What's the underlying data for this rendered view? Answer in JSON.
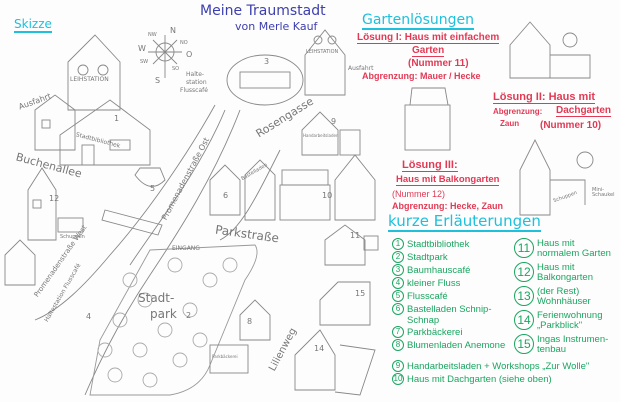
{
  "header": {
    "sketch_label": "Skizze",
    "title": "Meine Traumstadt",
    "author": "von Merle Kauf"
  },
  "garden": {
    "heading": "Gartenlösungen",
    "solution1": {
      "title": "Lösung I: Haus mit einfachem",
      "title2": "Garten",
      "number": "(Nummer 11)",
      "fence": "Abgrenzung: Mauer / Hecke"
    },
    "solution2": {
      "title": "Lösung II: Haus mit",
      "title2": "Dachgarten",
      "fence": "Abgrenzung:",
      "fence2": "Zaun",
      "number": "(Nummer 10)"
    },
    "solution3": {
      "title": "Lösung III:",
      "title2": "Haus mit Balkongarten",
      "number": "(Nummer 12)",
      "fence": "Abgrenzung: Hecke, Zaun"
    }
  },
  "legend": {
    "heading": "kurze Erläuterungen",
    "left": [
      {
        "n": "1",
        "label": "Stadtbibliothek"
      },
      {
        "n": "2",
        "label": "Stadtpark"
      },
      {
        "n": "3",
        "label": "Baumhauscafé"
      },
      {
        "n": "4",
        "label": "kleiner Fluss"
      },
      {
        "n": "5",
        "label": "Flusscafé"
      },
      {
        "n": "6",
        "label": "Bastelladen Schnip-Schnap"
      },
      {
        "n": "7",
        "label": "Parkbäckerei"
      },
      {
        "n": "8",
        "label": "Blumenladen Anemone"
      },
      {
        "n": "9",
        "label": "Handarbeitsladen + Workshops „Zur Wolle\""
      },
      {
        "n": "10",
        "label": "Haus mit Dachgarten (siehe oben)"
      }
    ],
    "right": [
      {
        "n": "11",
        "label": "Haus mit",
        "label2": "normalem Garten"
      },
      {
        "n": "12",
        "label": "Haus mit",
        "label2": "Balkongarten"
      },
      {
        "n": "13",
        "label": "(der Rest)",
        "label2": "Wohnhäuser"
      },
      {
        "n": "14",
        "label": "Ferienwohnung",
        "label2": "„Parkblick\""
      },
      {
        "n": "15",
        "label": "Ingas Instrumen-",
        "label2": "tenbau"
      }
    ]
  },
  "map": {
    "streets": {
      "buchenallee": "Buchenallee",
      "parkstrasse": "Parkstraße",
      "rosengasse": "Rosengasse",
      "promenade_ost": "Promenadenstraße Ost",
      "promenade_west": "Promenadenstraße West",
      "lilienweg": "Lilienweg"
    },
    "labels": {
      "exit1": "Ausfahrt",
      "exit2": "Ausfahrt",
      "bike1": "LEIHSTATION",
      "bike2": "LEIHSTATION",
      "stop1": "Halte-",
      "stop1b": "station",
      "stop1c": "Flusscafé",
      "stop2": "Haltestation Flusscafé",
      "library": "Stadtbibliothek",
      "park": "Stadt-",
      "park2": "park",
      "entrance": "EINGANG",
      "shed1": "Schuppen",
      "shed2": "Schuppen",
      "swing": "Mini-Schaukel",
      "craft": "Bastelladen",
      "wool": "Handarbeitsladen",
      "bakery": "Parkbäckerei"
    },
    "compass": {
      "n": "N",
      "s": "S",
      "w": "W",
      "o": "O",
      "nw": "NW",
      "no": "NO",
      "sw": "SW",
      "so": "SO"
    },
    "numbers": [
      "1",
      "2",
      "3",
      "4",
      "5",
      "6",
      "8",
      "9",
      "10",
      "11",
      "12",
      "14",
      "15"
    ]
  }
}
